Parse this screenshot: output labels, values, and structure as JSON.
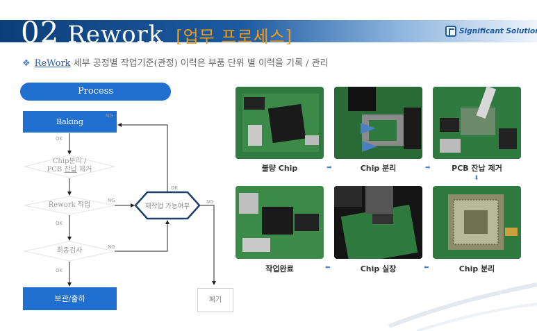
{
  "header": {
    "number": "02",
    "title": "Rework",
    "subtitle": "[업무 프로세스]",
    "logo_text": "Significant Solution"
  },
  "bullet": {
    "link_text": "ReWork",
    "text": " 세부 공정별 작업기준(관정) 이력은 부품 단위 별 이력을 기록 / 관리"
  },
  "process": {
    "label": "Process",
    "steps": {
      "baking": "Baking",
      "chip_separate": "Chip분리 /",
      "pcb_clean_prefix": "PCB ",
      "pcb_clean_underlined": "잔납",
      "pcb_clean_suffix": " 제거",
      "rework_work": "Rework 작업",
      "final_inspection": "최종검사",
      "storage_shipping": "보관/출하",
      "rework_possible": "재작업 가능여부",
      "disposal": "폐기"
    },
    "labels": {
      "ok1": "OK",
      "ok2": "OK",
      "ok3": "OK",
      "ok_top": "OK",
      "ng1": "NG",
      "ng2": "NG",
      "ng3": "NG",
      "ng_baking": "NG"
    }
  },
  "photos": {
    "captions": {
      "defective_chip": "불량 Chip",
      "chip_separation": "Chip 분리",
      "pcb_residue_removal": "PCB 잔납 제거",
      "chip_separation_2": "Chip 분리",
      "chip_mounting": "Chip 실장",
      "work_complete": "작업완료"
    }
  },
  "colors": {
    "accent_blue": "#1f6fd0",
    "header_dark": "#0b3f7a",
    "subtitle_orange": "#f39c12"
  }
}
